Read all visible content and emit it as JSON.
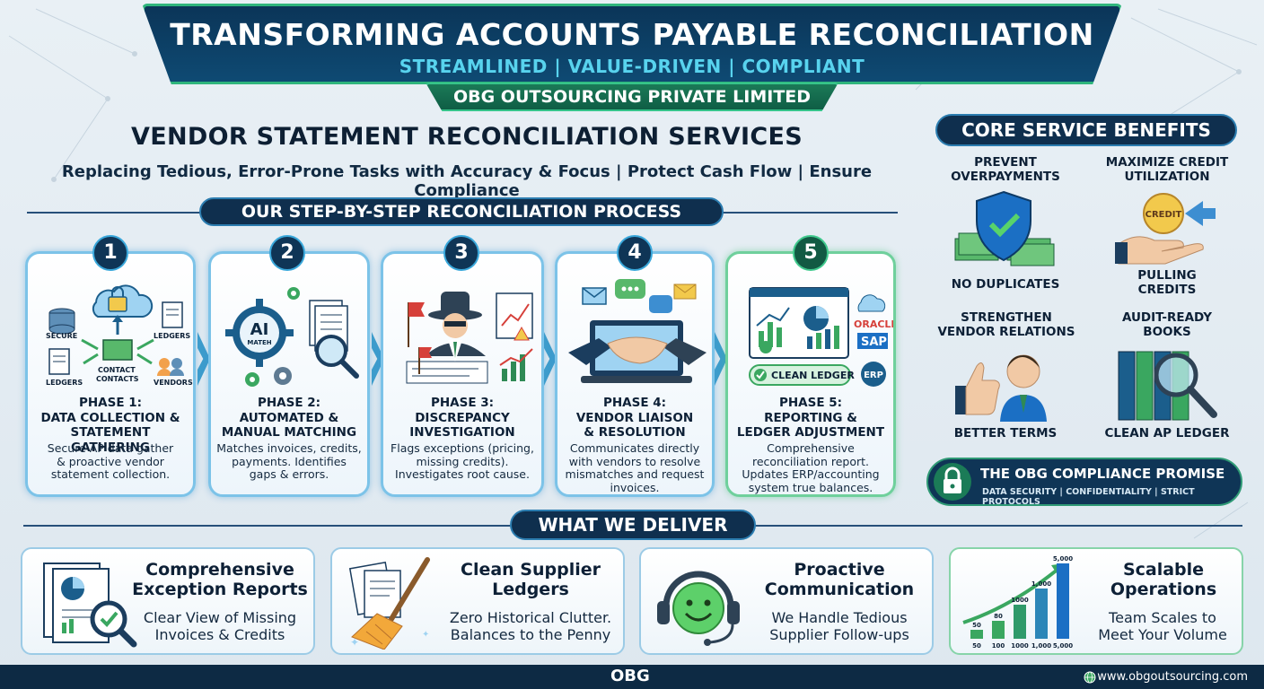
{
  "header": {
    "title": "TRANSFORMING ACCOUNTS PAYABLE RECONCILIATION",
    "tagline": "STREAMLINED | VALUE-DRIVEN | COMPLIANT",
    "company": "OBG OUTSOURCING PRIVATE LIMITED"
  },
  "services": {
    "title": "VENDOR STATEMENT RECONCILIATION SERVICES",
    "subtitle": "Replacing Tedious, Error-Prone Tasks with Accuracy & Focus | Protect Cash Flow | Ensure Compliance"
  },
  "process": {
    "heading": "OUR STEP-BY-STEP RECONCILIATION PROCESS",
    "phases": [
      {
        "num": "1",
        "title": "PHASE 1:\nDATA COLLECTION &\nSTATEMENT GATHERING",
        "desc": "Secure AP data gather\n& proactive vendor\nstatement collection.",
        "icon_labels": [
          "SECURE",
          "LEDGERS",
          "CONTACT",
          "CONTACTS",
          "LEDGERS",
          "VENDORS"
        ]
      },
      {
        "num": "2",
        "title": "PHASE 2:\nAUTOMATED &\nMANUAL MATCHING",
        "desc": "Matches invoices, credits,\npayments. Identifies\ngaps & errors.",
        "icon_labels": [
          "AI",
          "MATEH"
        ]
      },
      {
        "num": "3",
        "title": "PHASE 3:\nDISCREPANCY\nINVESTIGATION",
        "desc": "Flags exceptions (pricing,\nmissing credits).\nInvestigates root cause.",
        "icon_labels": []
      },
      {
        "num": "4",
        "title": "PHASE 4:\nVENDOR LIAISON\n& RESOLUTION",
        "desc": "Communicates directly\nwith vendors to resolve\nmismatches and request\ninvoices.",
        "icon_labels": []
      },
      {
        "num": "5",
        "title": "PHASE 5:\nREPORTING &\nLEDGER ADJUSTMENT",
        "desc": "Comprehensive\nreconciliation report.\nUpdates ERP/accounting\nsystem true balances.",
        "icon_labels": [
          "ORACLE",
          "SAP",
          "CLEAN LEDGER",
          "ERP"
        ]
      }
    ]
  },
  "benefits": {
    "heading": "CORE SERVICE BENEFITS",
    "items": [
      {
        "top": "PREVENT\nOVERPAYMENTS",
        "bottom": "NO DUPLICATES"
      },
      {
        "top": "MAXIMIZE CREDIT\nUTILIZATION",
        "bottom": "PULLING\nCREDITS",
        "badge": "CREDIT"
      },
      {
        "top": "STRENGTHEN\nVENDOR RELATIONS",
        "bottom": "BETTER TERMS"
      },
      {
        "top": "AUDIT-READY\nBOOKS",
        "bottom": "CLEAN AP LEDGER"
      }
    ],
    "compliance_title": "THE OBG COMPLIANCE PROMISE",
    "compliance_sub": "DATA SECURITY | CONFIDENTIALITY | STRICT PROTOCOLS"
  },
  "deliver": {
    "heading": "WHAT WE DELIVER",
    "cards": [
      {
        "title": "Comprehensive\nException Reports",
        "desc": "Clear View of Missing\nInvoices & Credits"
      },
      {
        "title": "Clean Supplier\nLedgers",
        "desc": "Zero Historical Clutter.\nBalances to the Penny"
      },
      {
        "title": "Proactive\nCommunication",
        "desc": "We Handle Tedious\nSupplier Follow-ups"
      },
      {
        "title": "Scalable\nOperations",
        "desc": "Team Scales to\nMeet Your Volume"
      }
    ]
  },
  "scale_chart": {
    "type": "bar",
    "categories": [
      "50",
      "100",
      "1000",
      "1,000",
      "5,000"
    ],
    "values": [
      50,
      80,
      1000,
      1000,
      5000
    ],
    "value_labels": [
      "50",
      "80",
      "1000",
      "1,000",
      "5,000"
    ]
  },
  "footer": {
    "logo": "OBG",
    "url": "www.obgoutsourcing.com"
  },
  "colors": {
    "navy": "#0f3556",
    "teal": "#2fb57c",
    "cyan": "#58d3ee",
    "blue_border": "#7cc3e8"
  }
}
